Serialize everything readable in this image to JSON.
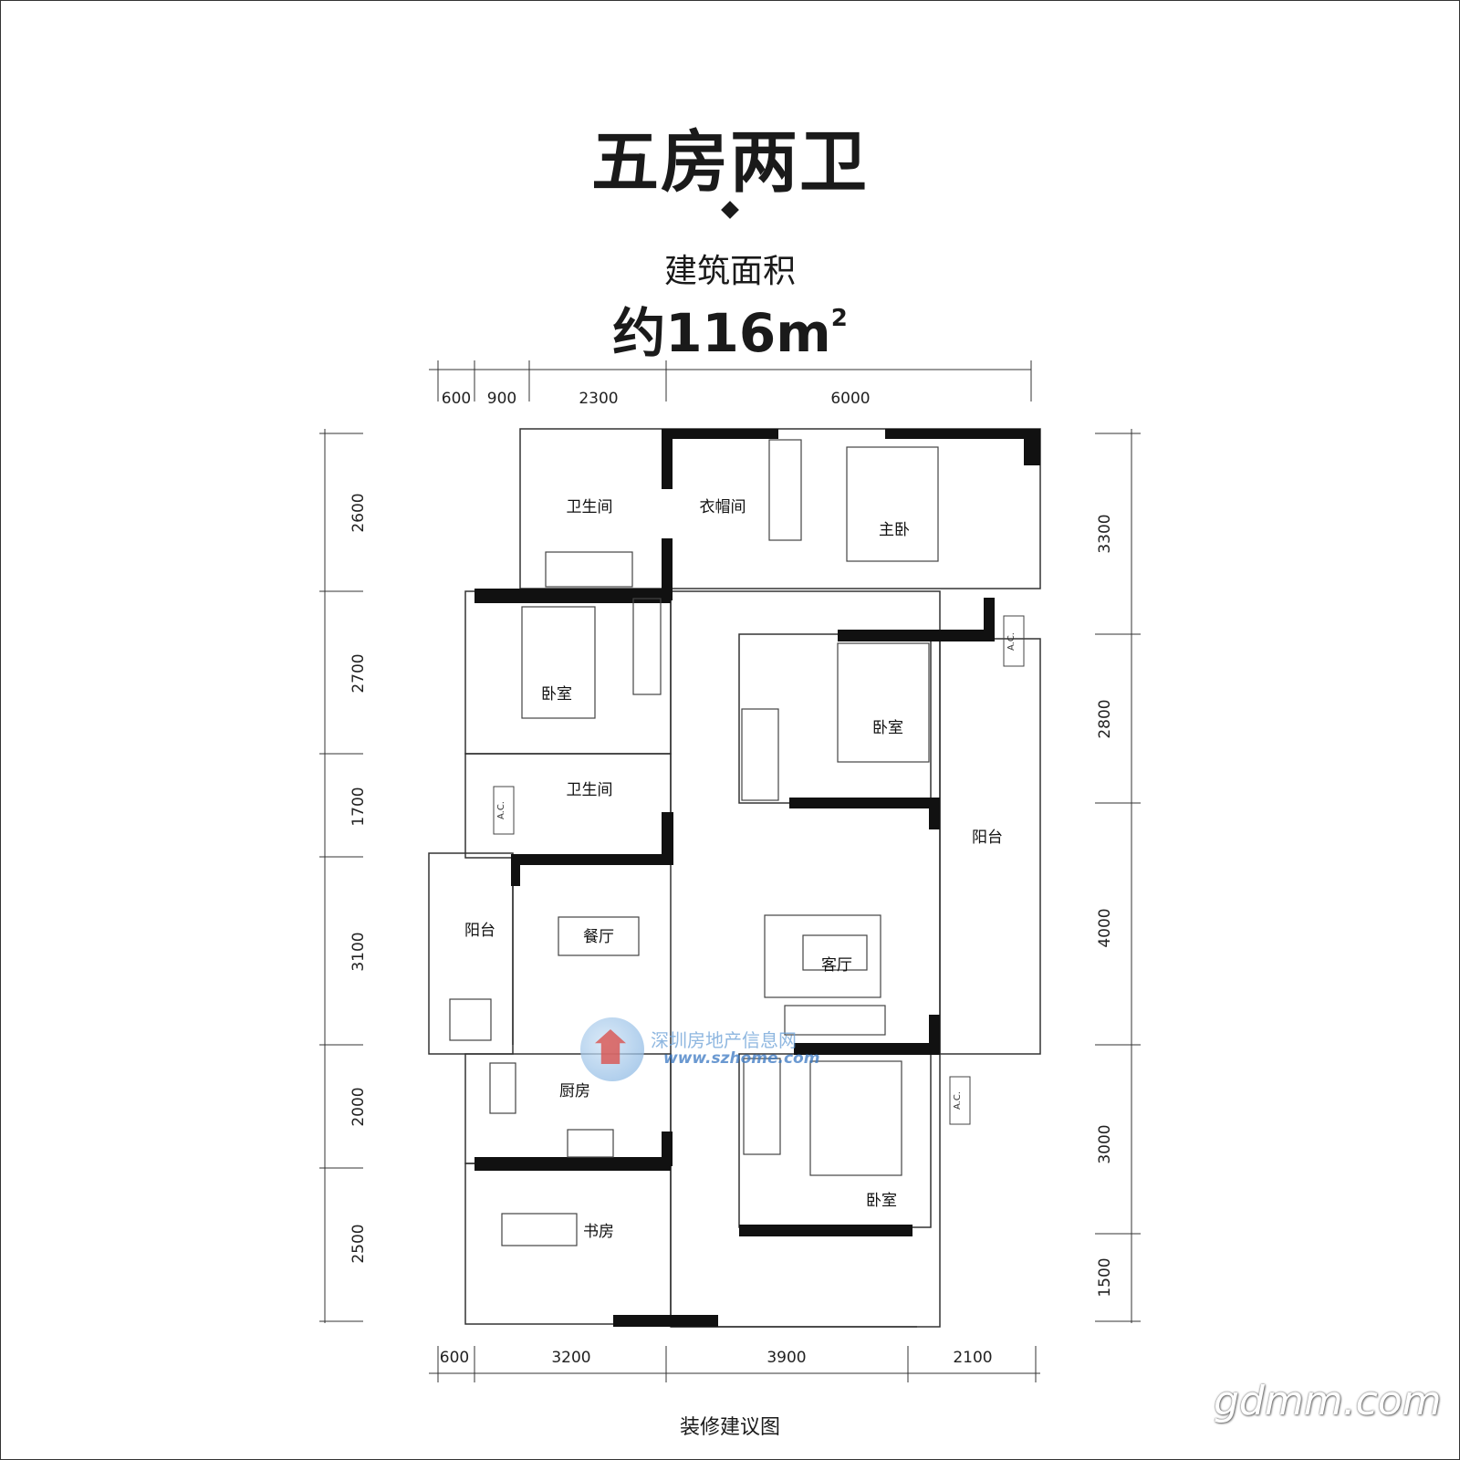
{
  "header": {
    "title": "五房两卫",
    "area_label": "建筑面积",
    "area_value": "约116m",
    "area_unit_sup": "2"
  },
  "footer": {
    "caption": "装修建议图"
  },
  "dimensions": {
    "top": [
      "600",
      "900",
      "2300",
      "6000"
    ],
    "bottom": [
      "600",
      "3200",
      "3900",
      "2100"
    ],
    "left": [
      "2600",
      "2700",
      "1700",
      "3100",
      "2000",
      "2500"
    ],
    "right": [
      "3300",
      "2800",
      "4000",
      "3000",
      "1500"
    ]
  },
  "rooms": {
    "bathroom_1": "卫生间",
    "cloakroom": "衣帽间",
    "master_bedroom": "主卧",
    "bedroom_1": "卧室",
    "bedroom_2": "卧室",
    "bathroom_2": "卫生间",
    "balcony_east": "阳台",
    "balcony_west": "阳台",
    "dining_room": "餐厅",
    "living_room": "客厅",
    "kitchen": "厨房",
    "bedroom_3": "卧室",
    "study": "书房"
  },
  "ac_units": [
    "A.C.",
    "A.C.",
    "A.C."
  ],
  "watermarks": {
    "site_name": "深圳房地产信息网",
    "site_url": "www.szhome.com",
    "corner": "gdmm.com"
  }
}
